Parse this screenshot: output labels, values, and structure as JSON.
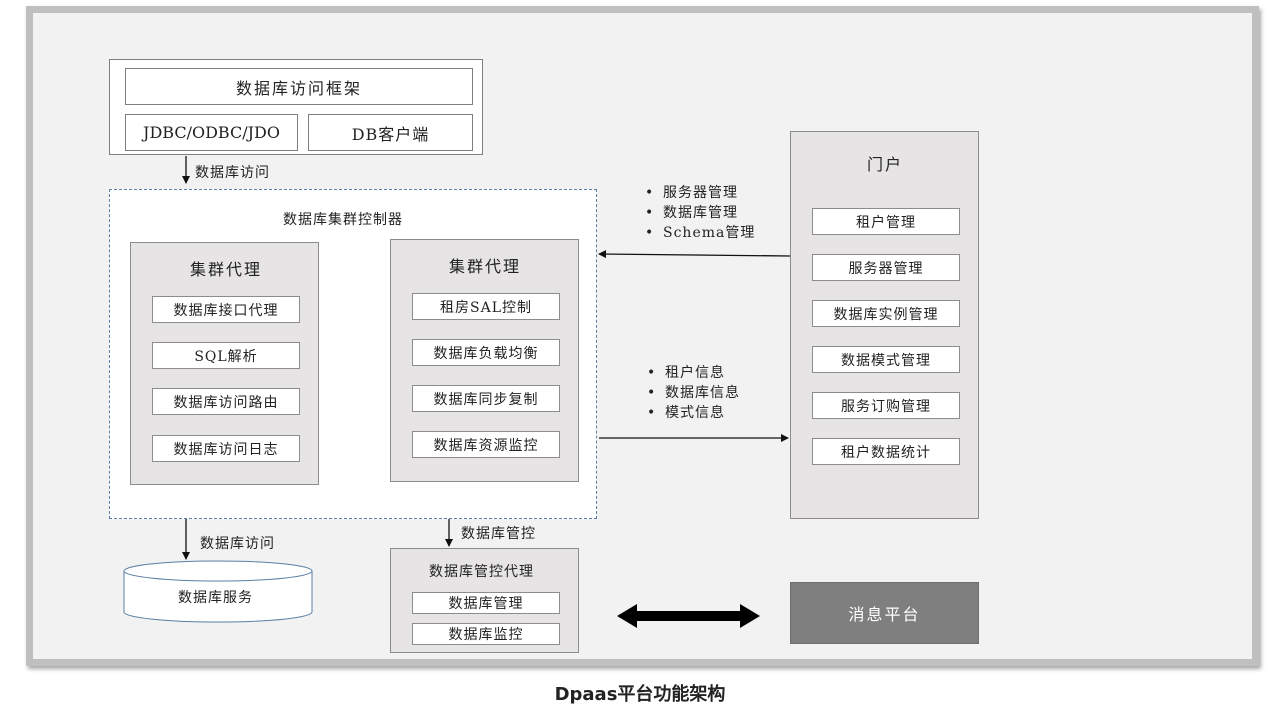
{
  "caption": "Dpaas平台功能架构",
  "access_framework": {
    "title": "数据库访问框架",
    "jdbc": "JDBC/ODBC/JDO",
    "db_client": "DB客户端"
  },
  "arrow_labels": {
    "db_access_top": "数据库访问",
    "db_access_bottom": "数据库访问",
    "db_control": "数据库管控"
  },
  "cluster_controller": {
    "title": "数据库集群控制器",
    "left_proxy": {
      "title": "集群代理",
      "items": [
        "数据库接口代理",
        "SQL解析",
        "数据库访问路由",
        "数据库访问日志"
      ]
    },
    "right_proxy": {
      "title": "集群代理",
      "items": [
        "租房SAL控制",
        "数据库负载均衡",
        "数据库同步复制",
        "数据库资源监控"
      ]
    }
  },
  "portal": {
    "title": "门户",
    "items": [
      "租户管理",
      "服务器管理",
      "数据库实例管理",
      "数据模式管理",
      "服务订购管理",
      "租户数据统计"
    ]
  },
  "bullets_to_controller": [
    "服务器管理",
    "数据库管理",
    "Schema管理"
  ],
  "bullets_to_portal": [
    "租户信息",
    "数据库信息",
    "模式信息"
  ],
  "db_service": "数据库服务",
  "control_proxy": {
    "title": "数据库管控代理",
    "items": [
      "数据库管理",
      "数据库监控"
    ]
  },
  "message_platform": "消息平台",
  "colors": {
    "frame_bg": "#f2f2f2",
    "frame_border": "#bfbfbf",
    "panel_grey": "#e6e4e4",
    "message_bg": "#7f7f7f",
    "dashed_border": "#5b7fa6"
  }
}
